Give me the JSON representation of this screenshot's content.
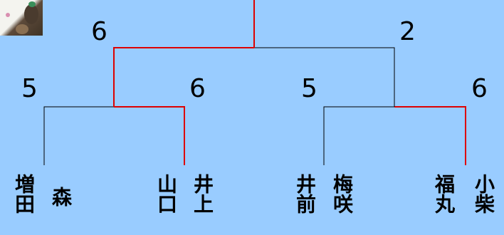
{
  "bracket": {
    "line_color_default": "#000000",
    "line_color_winner": "#dd0000",
    "background": "#99ccff"
  },
  "scores": {
    "left_semifinal": "6",
    "right_semifinal": "2",
    "left_left": "5",
    "left_right": "6",
    "right_left": "5",
    "right_right": "6"
  },
  "players": {
    "p1_a": "増田",
    "p1_b": "森",
    "p2_a": "山口",
    "p2_b": "井上",
    "p3_a": "井前",
    "p3_b": "梅咲",
    "p4_a": "福丸",
    "p4_b": "小柴"
  },
  "photo": {
    "icon": "player-photo"
  }
}
